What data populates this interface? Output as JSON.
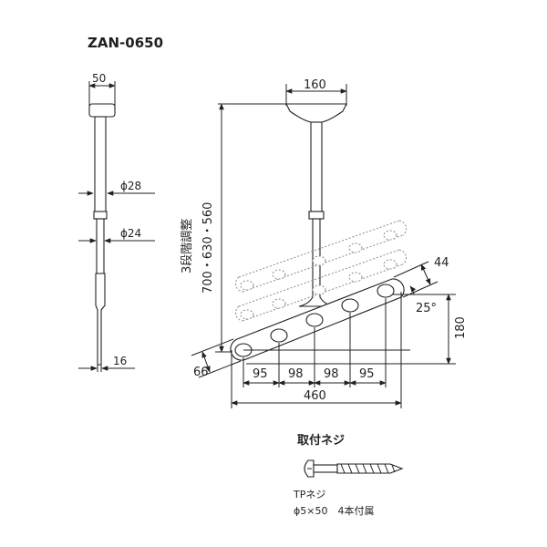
{
  "model": "ZAN-0650",
  "side_view": {
    "top_width": "50",
    "upper_pipe_diameter": "ϕ28",
    "lower_pipe_diameter": "ϕ24",
    "bottom_width": "16"
  },
  "front_view": {
    "base_width": "160",
    "height_adjust_label": "3段階調整",
    "height_values": "700・630・560",
    "bar_thickness": "44",
    "tilt_angle": "25°",
    "rise_height": "180",
    "end_offset": "66",
    "hole_pitches": [
      "95",
      "98",
      "98",
      "95"
    ],
    "total_length": "460"
  },
  "screw_section": {
    "heading": "取付ネジ",
    "screw_type": "TPネジ",
    "screw_spec": "ϕ5×50　4本付属"
  }
}
